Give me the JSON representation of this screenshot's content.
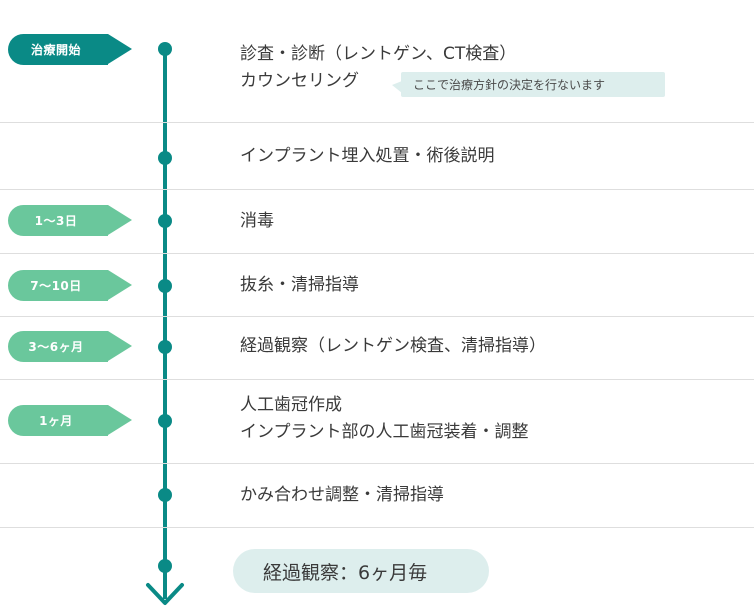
{
  "timeline": {
    "steps": [
      {
        "tag": "治療開始",
        "tag_type": "start",
        "text": [
          "診査・診断（レントゲン、CT検査）",
          "カウンセリング"
        ],
        "note": "ここで治療方針の決定を行ないます"
      },
      {
        "tag": "",
        "text": [
          "インプラント埋入処置・術後説明"
        ]
      },
      {
        "tag": "1〜3日",
        "text": [
          "消毒"
        ]
      },
      {
        "tag": "7〜10日",
        "text": [
          "抜糸・清掃指導"
        ]
      },
      {
        "tag": "3〜6ヶ月",
        "text": [
          "経過観察（レントゲン検査、清掃指導）"
        ]
      },
      {
        "tag": "1ヶ月",
        "text": [
          "人工歯冠作成",
          "インプラント部の人工歯冠装着・調整"
        ]
      },
      {
        "tag": "",
        "text": [
          "かみ合わせ調整・清掃指導"
        ]
      }
    ],
    "final": "経過観察：6ヶ月毎"
  },
  "colors": {
    "accent": "#0a8a86",
    "tag_green": "#6ac79c",
    "note_bg": "#ddeeed",
    "divider": "#dedede"
  },
  "icons": {
    "arrow": "chevron-down-icon"
  }
}
